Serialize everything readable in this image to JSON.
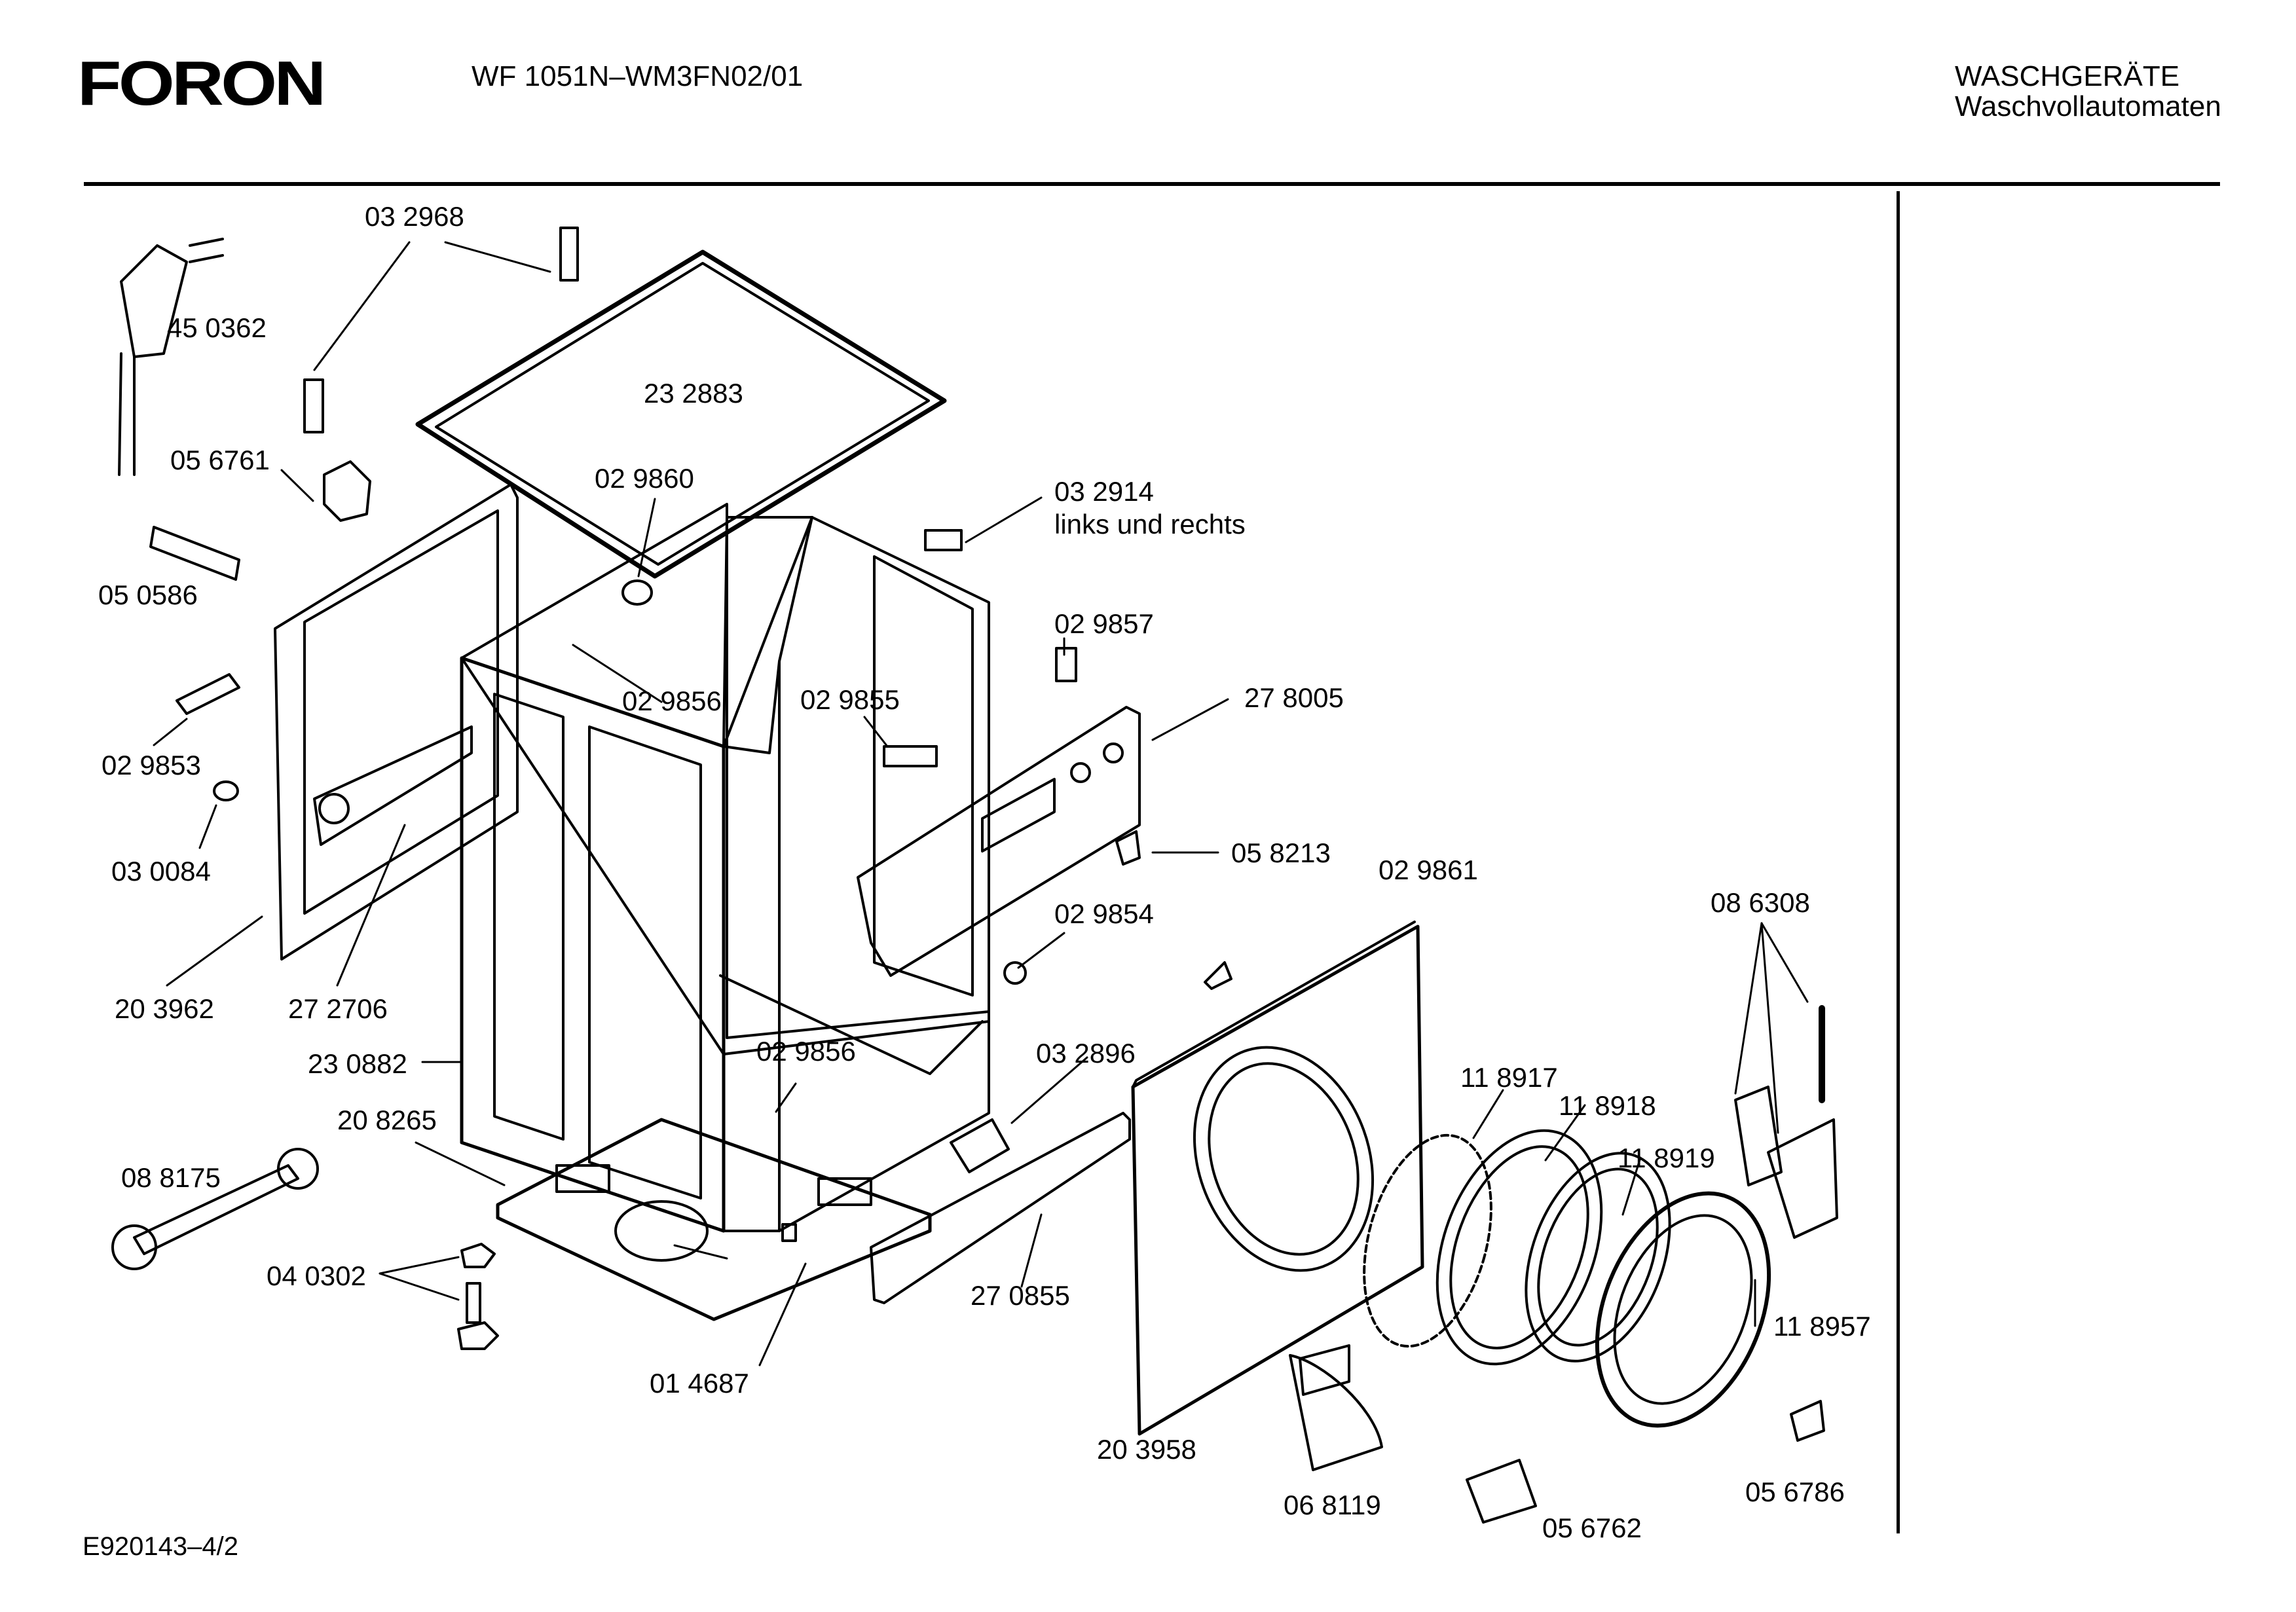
{
  "header": {
    "brand_logo": "FORON",
    "model": "WF 1051N–WM3FN02/01",
    "category_line1": "WASCHGERÄTE",
    "category_line2": "Waschvollautomaten"
  },
  "footer": {
    "drawing_id": "E920143–4/2"
  },
  "parts": [
    {
      "id": "p0",
      "number": "03 2968"
    },
    {
      "id": "p1",
      "number": "45 0362"
    },
    {
      "id": "p2",
      "number": "23 2883"
    },
    {
      "id": "p3",
      "number": "05 6761"
    },
    {
      "id": "p4",
      "number": "02 9860"
    },
    {
      "id": "p5",
      "number": "03 2914"
    },
    {
      "id": "p6",
      "number": "links und rechts"
    },
    {
      "id": "p7",
      "number": "05 0586"
    },
    {
      "id": "p8",
      "number": "02 9857"
    },
    {
      "id": "p9",
      "number": "02 9856"
    },
    {
      "id": "p10",
      "number": "02 9855"
    },
    {
      "id": "p11",
      "number": "27 8005"
    },
    {
      "id": "p12",
      "number": "02 9853"
    },
    {
      "id": "p13",
      "number": "03 0084"
    },
    {
      "id": "p14",
      "number": "05 8213"
    },
    {
      "id": "p15",
      "number": "02 9861"
    },
    {
      "id": "p16",
      "number": "02 9854"
    },
    {
      "id": "p17",
      "number": "08 6308"
    },
    {
      "id": "p18",
      "number": "20 3962"
    },
    {
      "id": "p19",
      "number": "27 2706"
    },
    {
      "id": "p20",
      "number": "23 0882"
    },
    {
      "id": "p21",
      "number": "02 9856"
    },
    {
      "id": "p22",
      "number": "03 2896"
    },
    {
      "id": "p23",
      "number": "11 8917"
    },
    {
      "id": "p24",
      "number": "11 8918"
    },
    {
      "id": "p25",
      "number": "20 8265"
    },
    {
      "id": "p26",
      "number": "11 8919"
    },
    {
      "id": "p27",
      "number": "08 8175"
    },
    {
      "id": "p28",
      "number": "04 0302"
    },
    {
      "id": "p29",
      "number": "27 0855"
    },
    {
      "id": "p30",
      "number": "11 8957"
    },
    {
      "id": "p31",
      "number": "01 4687"
    },
    {
      "id": "p32",
      "number": "20 3958"
    },
    {
      "id": "p33",
      "number": "06 8119"
    },
    {
      "id": "p34",
      "number": "05 6786"
    },
    {
      "id": "p35",
      "number": "05 6762"
    }
  ]
}
